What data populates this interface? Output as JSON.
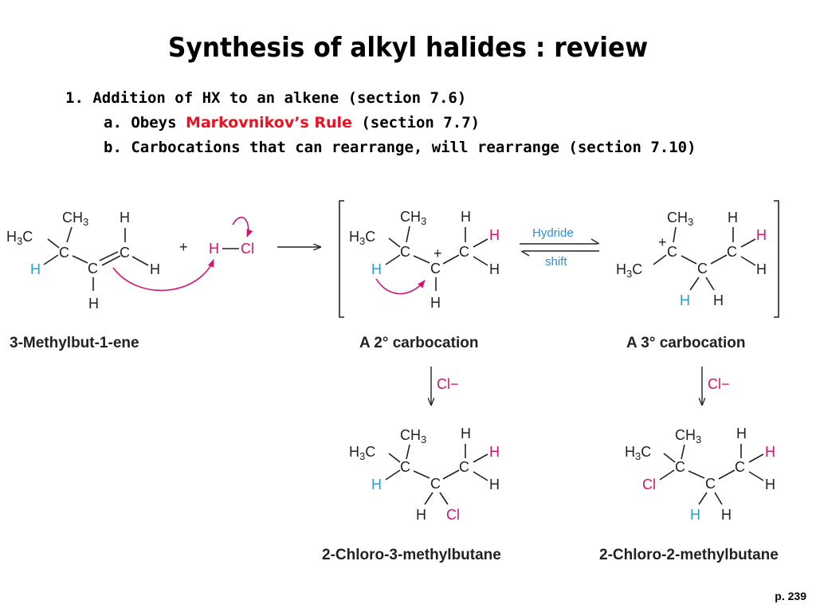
{
  "title": "Synthesis of alkyl halides : review",
  "outline": {
    "item1": "1. Addition of HX to an alkene (section 7.6)",
    "item1a_prefix": "a. Obeys ",
    "item1a_highlight": "Markovnikov’s Rule",
    "item1a_suffix": " (section 7.7)",
    "item1b": "b. Carbocations that can rearrange, will rearrange (section 7.10)"
  },
  "labels": {
    "start": "3-Methylbut-1-ene",
    "secondary": "A 2° carbocation",
    "tertiary": "A 3° carbocation",
    "product1": "2-Chloro-3-methylbutane",
    "product2": "2-Chloro-2-methylbutane"
  },
  "reagent": {
    "h": "H",
    "cl": "Cl",
    "plus": "+"
  },
  "shift": {
    "top": "Hydride",
    "bottom": "shift"
  },
  "cl_minus": "Cl−",
  "page": "p. 239",
  "colors": {
    "highlight_red": "#ee1122",
    "magenta": "#d0146f",
    "blue": "#1e9fd6"
  }
}
